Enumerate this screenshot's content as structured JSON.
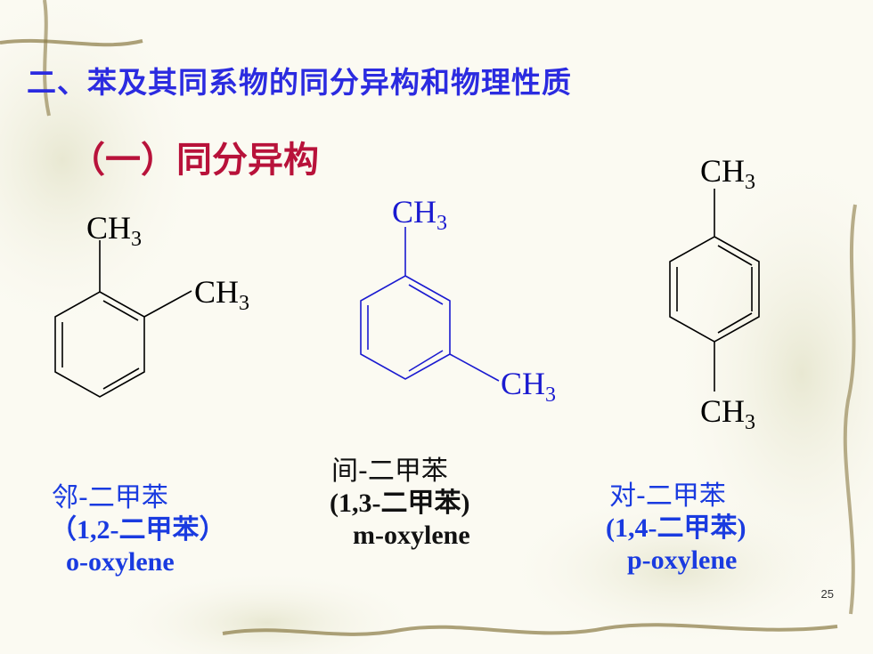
{
  "slide": {
    "title": "二、苯及其同系物的同分异构和物理性质",
    "subtitle": "（一）同分异构",
    "page_number": "25"
  },
  "molecules": [
    {
      "id": "ortho",
      "color": "#000000",
      "substituents": [
        {
          "label": "CH",
          "subscript": "3"
        },
        {
          "label": "CH",
          "subscript": "3"
        }
      ],
      "caption": [
        "邻-二甲苯",
        "（1,2-二甲苯）",
        "o-oxylene"
      ]
    },
    {
      "id": "meta",
      "color": "#1a1ad0",
      "substituents": [
        {
          "label": "CH",
          "subscript": "3"
        },
        {
          "label": "CH",
          "subscript": "3"
        }
      ],
      "caption": [
        "间-二甲苯",
        "(1,3-二甲苯)",
        "m-oxylene"
      ]
    },
    {
      "id": "para",
      "color": "#000000",
      "substituents": [
        {
          "label": "CH",
          "subscript": "3"
        },
        {
          "label": "CH",
          "subscript": "3"
        }
      ],
      "caption": [
        "对-二甲苯",
        "(1,4-二甲苯)",
        "p-oxylene"
      ]
    }
  ],
  "colors": {
    "title": "#2b2be0",
    "subtitle": "#b8123a",
    "caption_blue": "#1a3be0",
    "background": "#fbfaf2"
  }
}
